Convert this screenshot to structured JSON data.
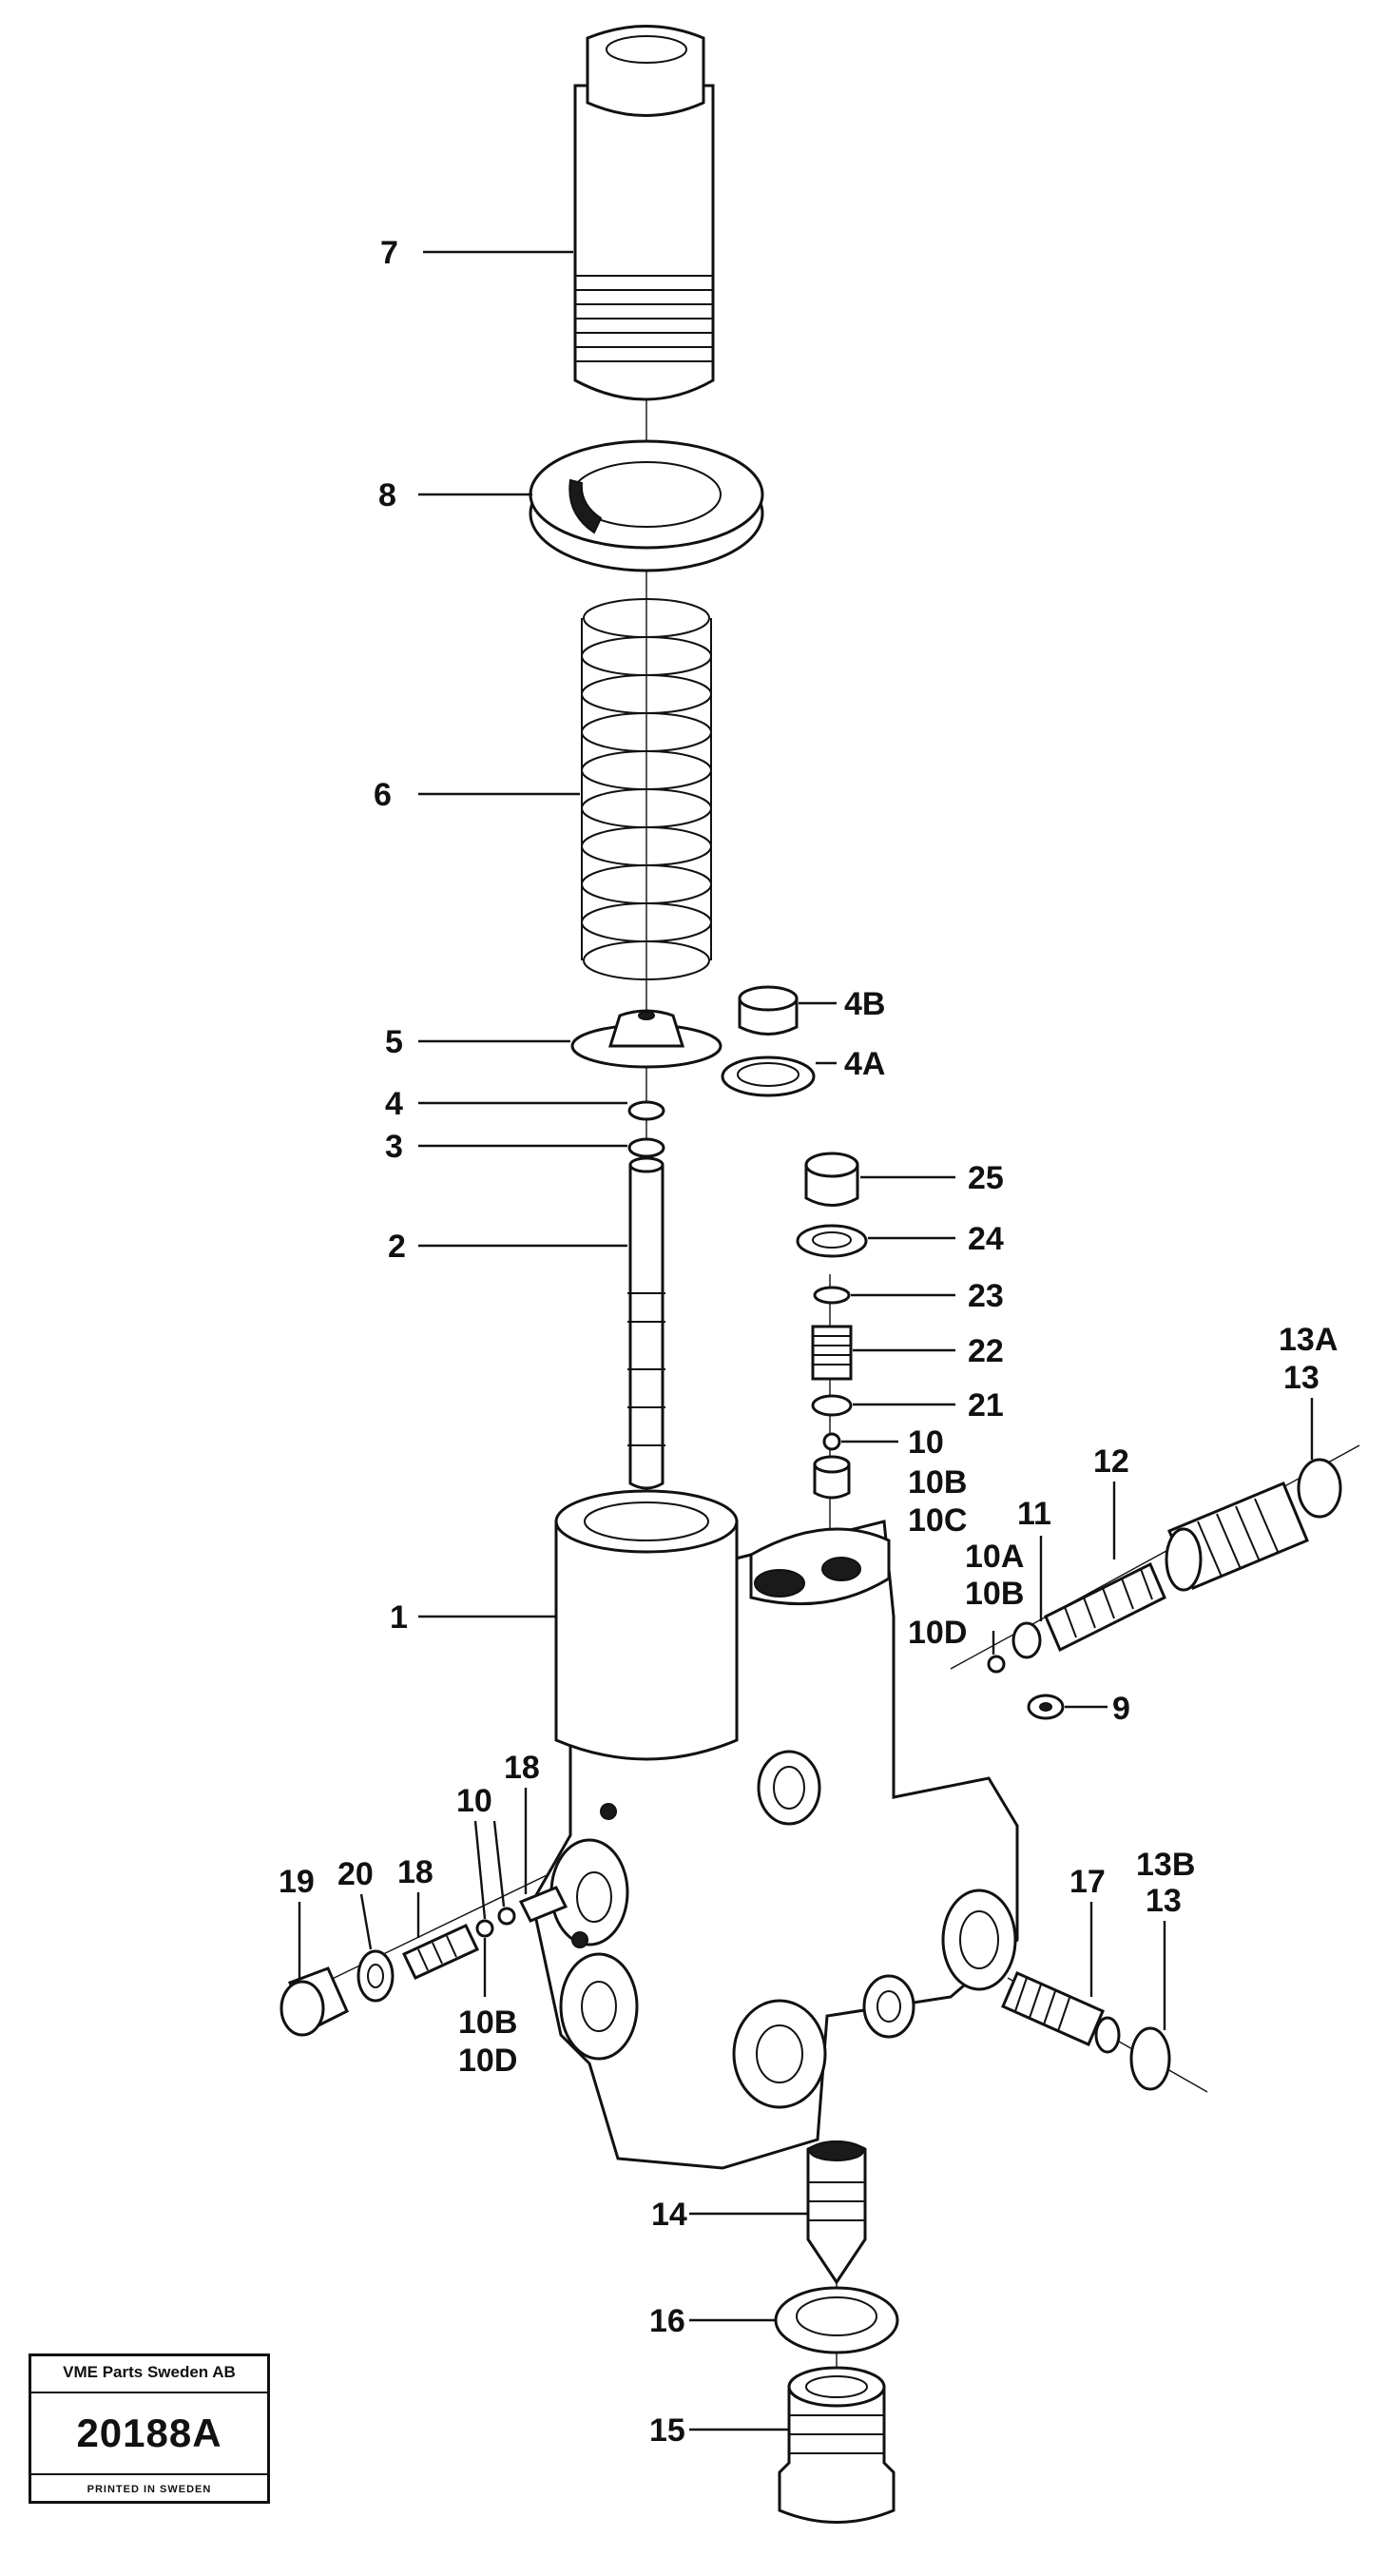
{
  "figure": {
    "callouts": {
      "p7": "7",
      "p8": "8",
      "p6": "6",
      "p5": "5",
      "p4": "4",
      "p3": "3",
      "p2": "2",
      "p1": "1",
      "p4b": "4B",
      "p4a": "4A",
      "p25": "25",
      "p24": "24",
      "p23": "23",
      "p22": "22",
      "p21": "21",
      "p10_top": "10",
      "p10b_top": "10B",
      "p10c_top": "10C",
      "p13a": "13A",
      "p13_right": "13",
      "p12": "12",
      "p11": "11",
      "p10a": "10A",
      "p10b_mid": "10B",
      "p10d_mid": "10D",
      "p9": "9",
      "p18_upper": "18",
      "p10_left": "10",
      "p20": "20",
      "p18_left": "18",
      "p19": "19",
      "p10b_left": "10B",
      "p10d_left": "10D",
      "p17": "17",
      "p13b": "13B",
      "p13_lower": "13",
      "p14": "14",
      "p16": "16",
      "p15": "15"
    }
  },
  "title_block": {
    "company": "VME Parts Sweden AB",
    "drawing_number": "20188A",
    "printed": "PRINTED IN SWEDEN"
  }
}
